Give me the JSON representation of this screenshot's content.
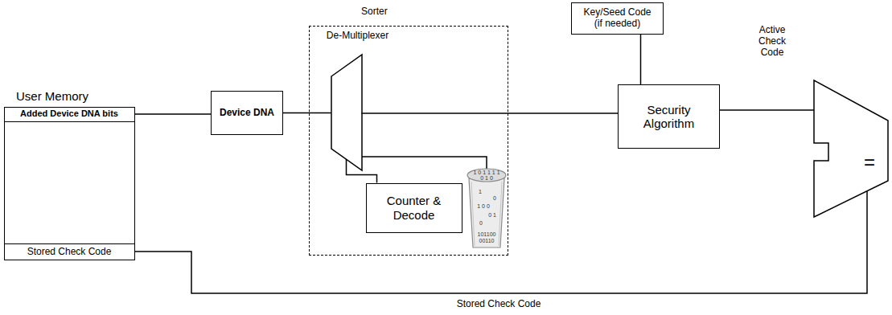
{
  "diagram": {
    "nodes": [
      {
        "text": [
          "User Memory"
        ]
      },
      {
        "text": [
          "Added Device DNA bits"
        ],
        "in": 0
      },
      {
        "text": [
          "Stored Check Code"
        ],
        "in": 0
      },
      {
        "text": [
          "Device DNA"
        ]
      },
      {
        "text": [
          "Sorter"
        ]
      },
      {
        "text": [
          "De-Multiplexer"
        ],
        "in": 4
      },
      {
        "text": [
          "Counter & Decode"
        ],
        "in": 4
      },
      {
        "text": [
          "Key/Seed Code (if needed)"
        ]
      },
      {
        "text": [
          "Security Algorithm"
        ]
      },
      {
        "text": [
          "="
        ]
      }
    ],
    "edges": [
      {
        "from": 1,
        "to": 3,
        "arrow": "none"
      },
      {
        "from": 3,
        "to": 5,
        "arrow": "none"
      },
      {
        "from": 5,
        "to": 8,
        "arrow": "none"
      },
      {
        "from": 6,
        "to": 5,
        "arrow": "none"
      },
      {
        "from": 7,
        "to": 8,
        "arrow": "none"
      },
      {
        "from": 8,
        "to": 9,
        "label": "Active Check Code",
        "arrow": "none"
      },
      {
        "from": 2,
        "to": 9,
        "label": "Stored Check Code",
        "arrow": "none"
      }
    ],
    "labels": [
      "1 0 1 1 1 1",
      "0 1 0",
      "1",
      "0",
      "1 0 0",
      "0 1",
      "0",
      "101100",
      "00110"
    ]
  }
}
